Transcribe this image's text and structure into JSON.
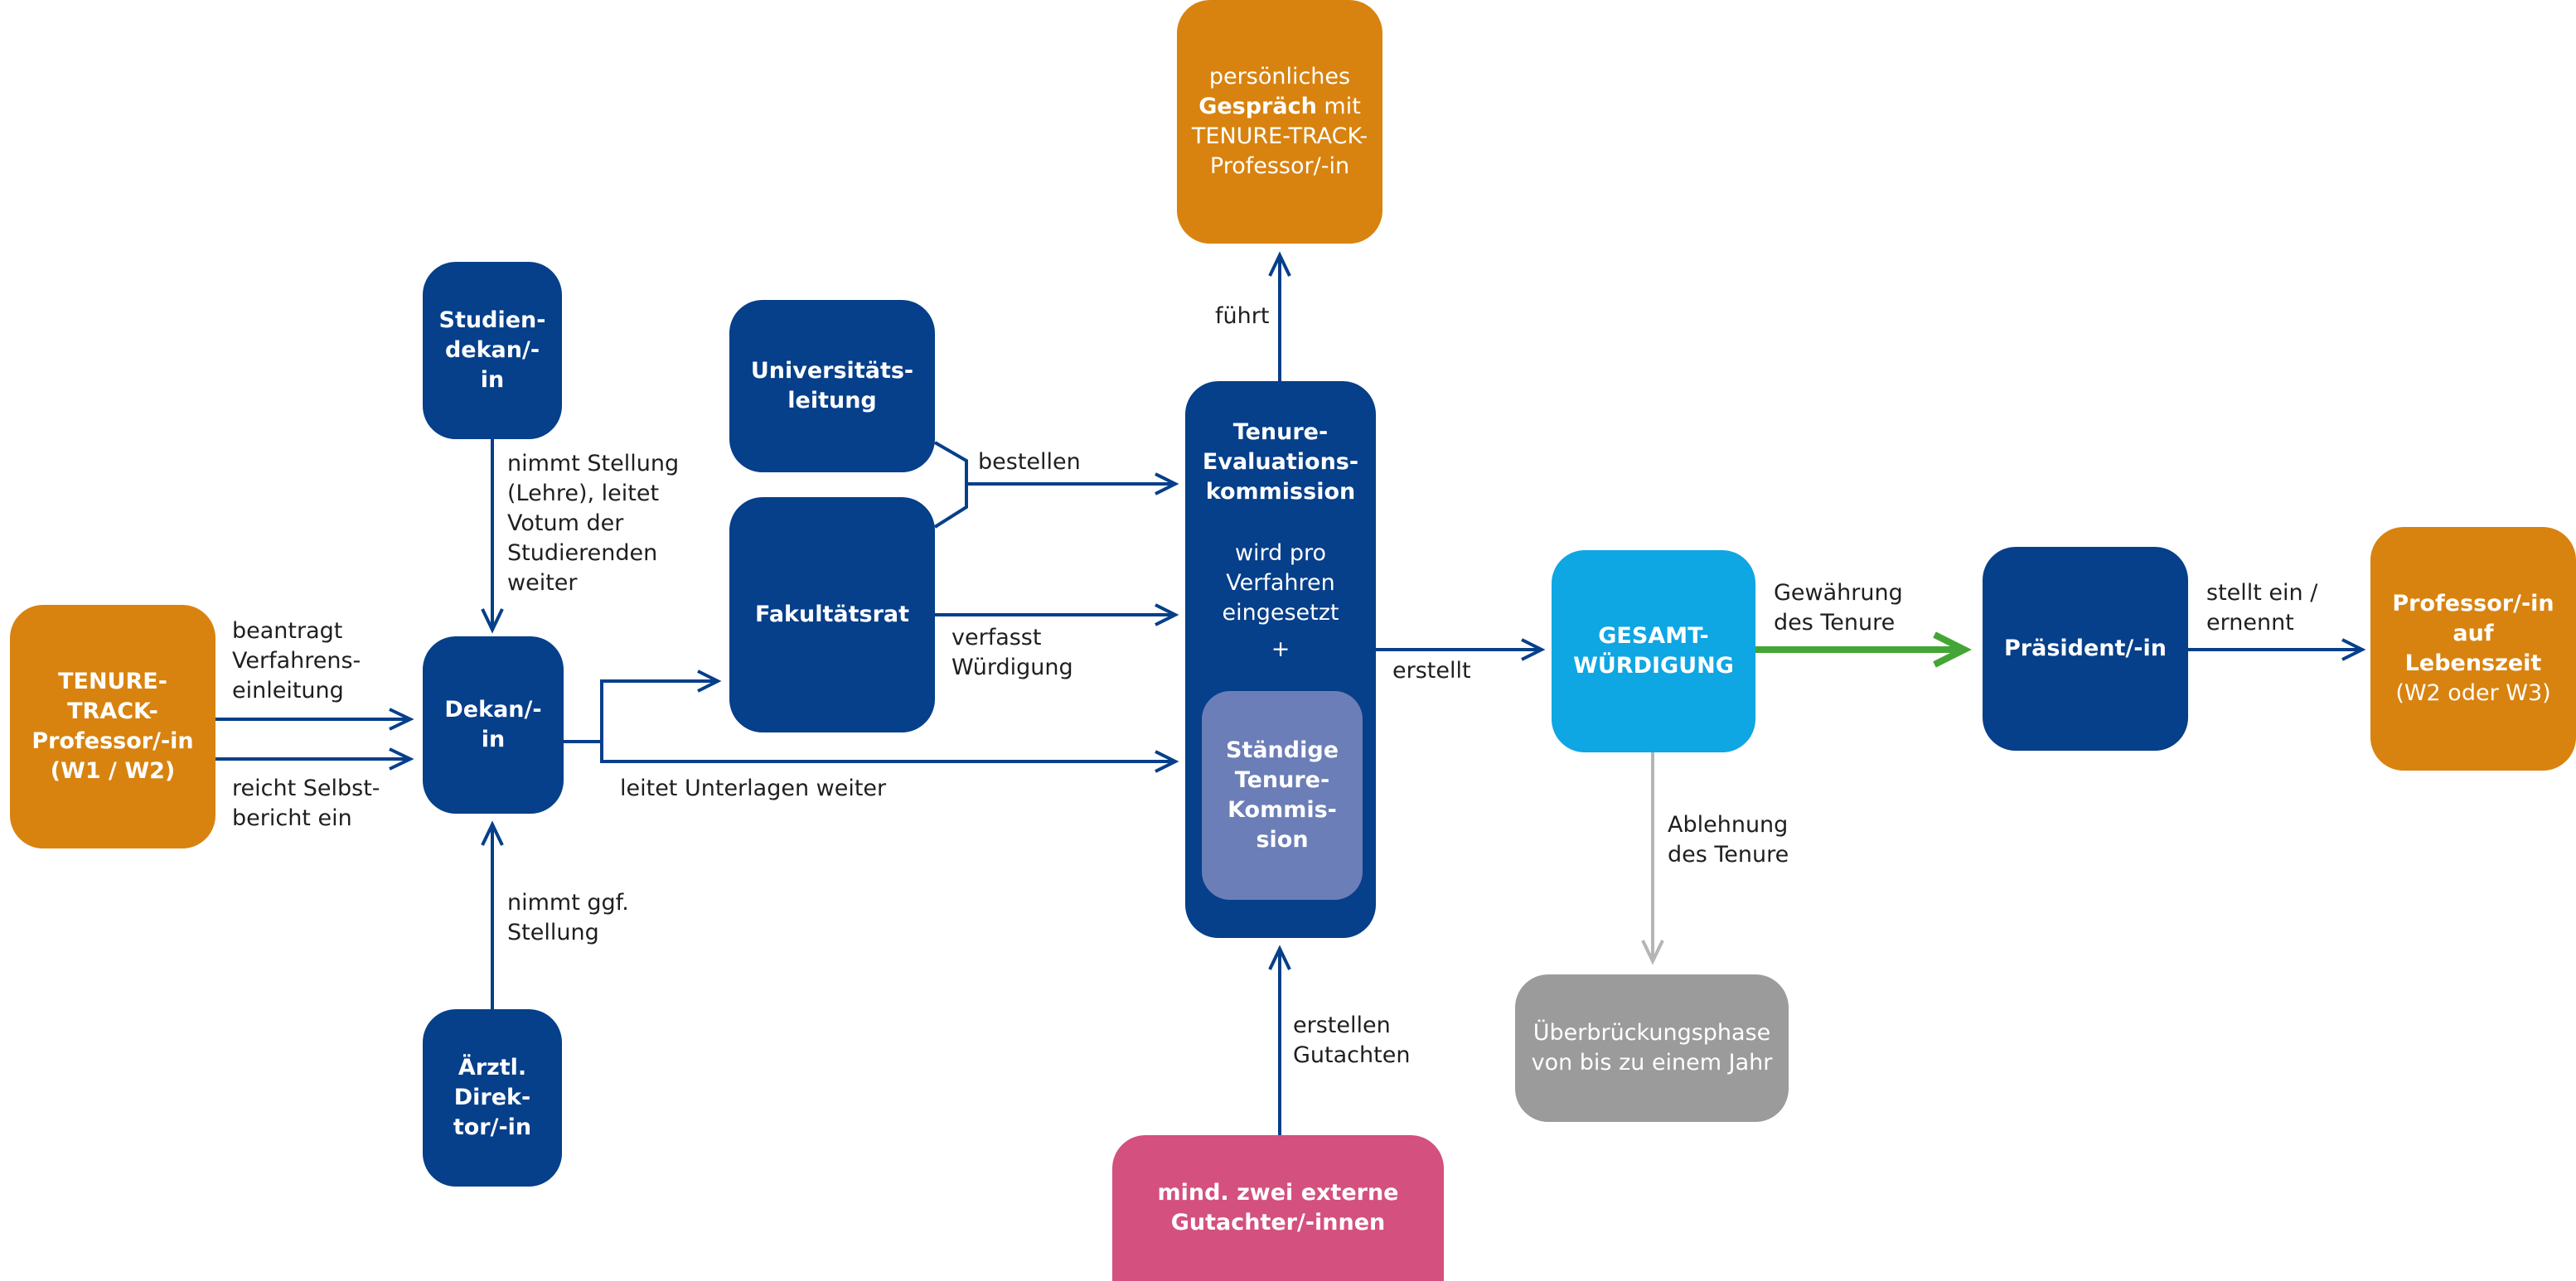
{
  "nodes": {
    "tenure_track": {
      "lines": [
        "TENURE-",
        "TRACK-",
        "Professor/-in",
        "(W1 / W2)"
      ]
    },
    "studiendekan": {
      "lines": [
        "Studien-",
        "dekan/-in"
      ]
    },
    "dekan": {
      "lines": [
        "Dekan/-in"
      ]
    },
    "aerztl_direktor": {
      "lines": [
        "Ärztl.",
        "Direk-",
        "tor/-in"
      ]
    },
    "universitaetsleitung": {
      "lines": [
        "Universitäts-",
        "leitung"
      ]
    },
    "fakultaetsrat": {
      "lines": [
        "Fakultätsrat"
      ]
    },
    "gespraech": {
      "line1": "persönliches",
      "line2_bold": "Gespräch",
      "line2_rest": " mit",
      "line3": "TENURE-TRACK-",
      "line4": "Professor/-in"
    },
    "evaluationskommission": {
      "title_lines": [
        "Tenure-",
        "Evaluations-",
        "kommission"
      ],
      "sub_lines": [
        "wird pro",
        "Verfahren",
        "eingesetzt"
      ],
      "plus": "+"
    },
    "staendige_kommission": {
      "lines": [
        "Ständige",
        "Tenure-",
        "Kommis-",
        "sion"
      ]
    },
    "gutachter": {
      "lines": [
        "mind. zwei externe",
        "Gutachter/-innen"
      ]
    },
    "gesamtwuerdigung": {
      "lines": [
        "GESAMT-",
        "WÜRDIGUNG"
      ]
    },
    "ueberbrueckung": {
      "lines": [
        "Überbrückungsphase",
        "von bis zu einem Jahr"
      ]
    },
    "praesident": {
      "lines": [
        "Präsident/-in"
      ]
    },
    "professor_lebenszeit": {
      "lines": [
        "Professor/-in",
        "auf Lebenszeit"
      ],
      "sub": "(W2 oder W3)"
    }
  },
  "edge_labels": {
    "beantragt": [
      "beantragt",
      "Verfahrens-",
      "einleitung"
    ],
    "reicht": [
      "reicht Selbst-",
      "bericht ein"
    ],
    "nimmt_stellung_lehre": [
      "nimmt Stellung",
      "(Lehre), leitet",
      "Votum der",
      "Studierenden",
      "weiter"
    ],
    "nimmt_ggf": [
      "nimmt ggf.",
      "Stellung"
    ],
    "leitet_unterlagen": "leitet Unterlagen weiter",
    "bestellen": "bestellen",
    "verfasst": [
      "verfasst",
      "Würdigung"
    ],
    "fuehrt": "führt",
    "erstellt": "erstellt",
    "erstellen_gutachten": [
      "erstellen",
      "Gutachten"
    ],
    "gewaehrung": [
      "Gewährung",
      "des Tenure"
    ],
    "ablehnung": [
      "Ablehnung",
      "des Tenure"
    ],
    "stellt_ein": [
      "stellt ein /",
      "ernennt"
    ]
  },
  "colors": {
    "navy": "#063f8a",
    "orange": "#d8830f",
    "cyan": "#0ea6e3",
    "gray": "#9b9b9b",
    "pink": "#d4507e",
    "lavender": "#6b7eb7",
    "green_arrow": "#43a535",
    "gray_arrow": "#b5b5b5"
  }
}
